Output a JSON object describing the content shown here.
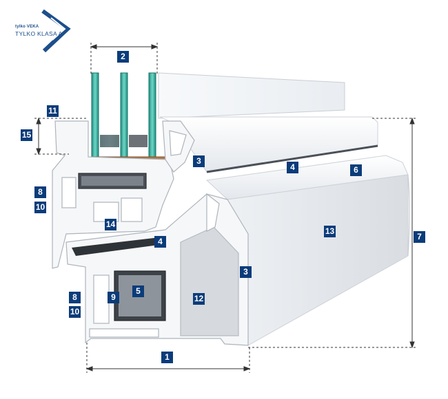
{
  "logo": {
    "brand_small": "tylko VEKA",
    "brand_main": "TYLKO KLASA A",
    "brand_color": "#1d4f8c"
  },
  "labels": [
    {
      "text": "1"
    },
    {
      "text": "2"
    },
    {
      "text": "3"
    },
    {
      "text": "3"
    },
    {
      "text": "4"
    },
    {
      "text": "4"
    },
    {
      "text": "5"
    },
    {
      "text": "6"
    },
    {
      "text": "7"
    },
    {
      "text": "8"
    },
    {
      "text": "8"
    },
    {
      "text": "9"
    },
    {
      "text": "10"
    },
    {
      "text": "10"
    },
    {
      "text": "11"
    },
    {
      "text": "12"
    },
    {
      "text": "13"
    },
    {
      "text": "14"
    },
    {
      "text": "15"
    }
  ],
  "colors": {
    "badge": "#0b3c7a",
    "glass": "#3fb7a8",
    "profile": "#f4f6f8",
    "gasket": "#3a3a3a",
    "reinforcement": "#8d8f92",
    "insulation": "#c9ccd0"
  }
}
